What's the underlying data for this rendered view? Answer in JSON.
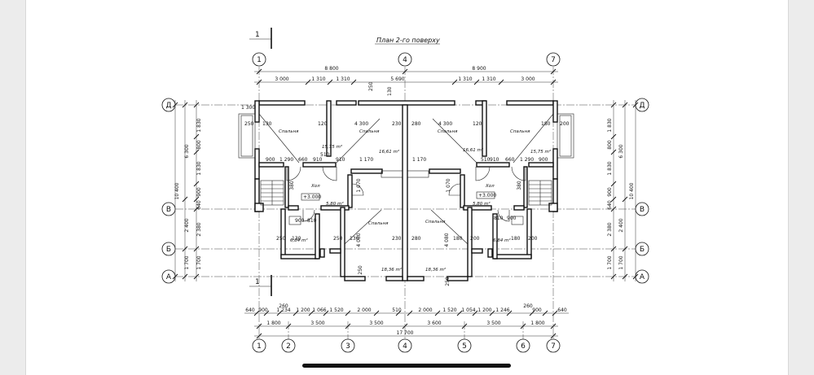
{
  "drawing": {
    "title": "План 2-го поверху",
    "section_mark": "1",
    "axes_top": [
      "1",
      "4",
      "7"
    ],
    "axes_bottom": [
      "1",
      "2",
      "3",
      "4",
      "5",
      "6",
      "7"
    ],
    "axes_left": [
      "Д",
      "В",
      "Б",
      "А"
    ],
    "axes_right": [
      "Д",
      "В",
      "Б",
      "А"
    ],
    "top_overall": [
      "8 800",
      "8 900"
    ],
    "top_chain": [
      "3 000",
      "1 310",
      "1 310",
      "5 690",
      "1 310",
      "1 310",
      "3 000"
    ],
    "top_extra": [
      "130",
      "250"
    ],
    "bottom_chain1": [
      "640",
      "900",
      "1 234",
      "1 200",
      "1 066",
      "1 520",
      "2 000",
      "510",
      "2 000",
      "1 520",
      "1 054",
      "1 200",
      "1 246",
      "900",
      "640"
    ],
    "bottom_260": [
      "260",
      "260"
    ],
    "bottom_chain2": [
      "1 800",
      "3 500",
      "3 500",
      "3 600",
      "3 500",
      "1 800"
    ],
    "bottom_total": "17 700",
    "left_dims": [
      "1 830",
      "800",
      "1 830",
      "900",
      "640",
      "2 380",
      "1 700"
    ],
    "left_group": [
      "6 300",
      "2 400"
    ],
    "left_total": "10 400",
    "right_dims": [
      "1 830",
      "800",
      "1 830",
      "900",
      "640",
      "2 380",
      "1 700"
    ],
    "right_group": [
      "6 300",
      "2 400"
    ],
    "right_total": "10 400",
    "rooms": [
      {
        "name": "Спальня",
        "area": "15,75 m²"
      },
      {
        "name": "Спальня",
        "area": "16,61 m²"
      },
      {
        "name": "Спальня",
        "area": "16,61 m²"
      },
      {
        "name": "Спальня",
        "area": "15,75 m²"
      },
      {
        "name": "Хол",
        "area": "5,80 m²"
      },
      {
        "name": "Хол",
        "area": "5,80 m²"
      },
      {
        "name": "Спальня",
        "area": "18,36 m²"
      },
      {
        "name": "Спальня",
        "area": "18,36 m²"
      }
    ],
    "bath_areas": [
      "6,84 m²",
      "6,84 m²"
    ],
    "levels": [
      "+3.000",
      "+3.000"
    ],
    "inner_dims": [
      "1 300",
      "250",
      "130",
      "120",
      "4 300",
      "230",
      "280",
      "4 300",
      "120",
      "180",
      "200",
      "900",
      "1 290",
      "660",
      "910",
      "910",
      "510",
      "1 170",
      "1 170",
      "510",
      "910",
      "660",
      "1 290",
      "900",
      "810",
      "900",
      "900",
      "810",
      "250",
      "130",
      "250",
      "130",
      "180",
      "200",
      "180",
      "200",
      "4 080",
      "4 080",
      "230",
      "280",
      "250",
      "250",
      "1 070",
      "1 070",
      "380",
      "380"
    ]
  }
}
